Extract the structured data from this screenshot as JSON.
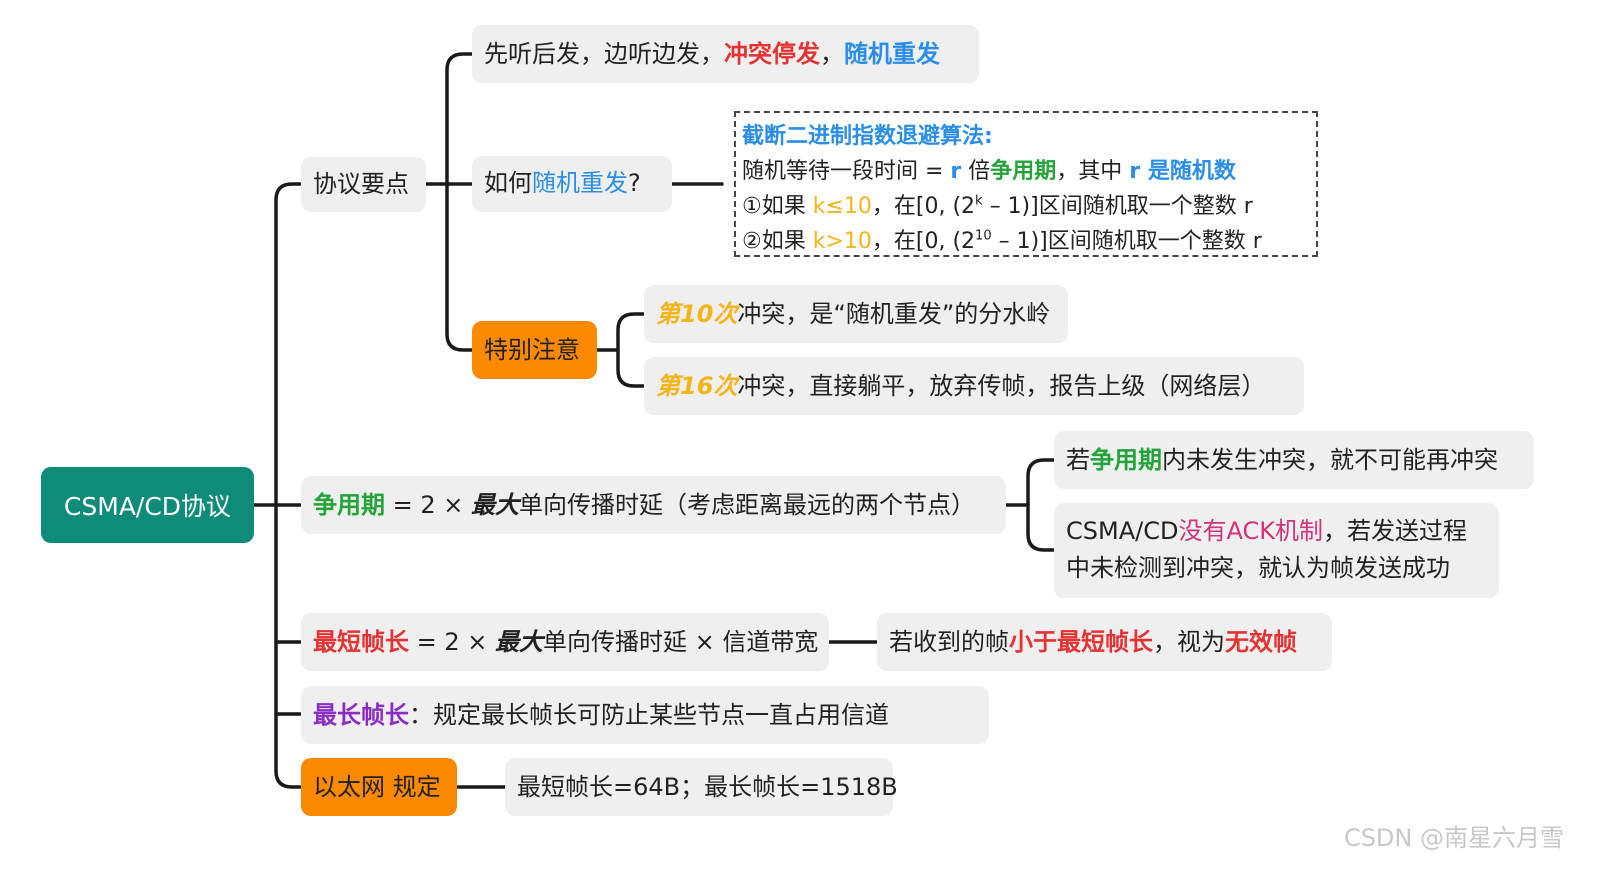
{
  "root": "CSMA/CD协议",
  "protocol_points": {
    "label": "协议要点",
    "listen": {
      "prefix": "先听后发，边听边发，",
      "collision_stop": "冲突停发",
      "sep": "，",
      "random_resend": "随机重发"
    },
    "how": {
      "prefix": "如何",
      "highlight": "随机重发",
      "suffix": "?"
    },
    "backoff": {
      "title": "截断二进制指数退避算法:",
      "l1_a": "随机等待一段时间 = ",
      "l1_r": "r",
      "l1_b": " 倍",
      "l1_period": "争用期",
      "l1_c": "，其中 ",
      "l1_r2": "r",
      "l1_d": " 是随机数",
      "l2_a": "①如果 ",
      "l2_cond": "k≤10",
      "l2_b": "，在[0, (2",
      "l2_sup": "k",
      "l2_c": " – 1)]区间随机取一个整数 r",
      "l3_a": "②如果 ",
      "l3_cond": "k>10",
      "l3_b": "，在[0, (2",
      "l3_sup": "10",
      "l3_c": " – 1)]区间随机取一个整数 r"
    },
    "special": {
      "label": "特别注意",
      "n10_ord": "第10次",
      "n10_text": "冲突，是“随机重发”的分水岭",
      "n16_ord": "第16次",
      "n16_text": "冲突，直接躺平，放弃传帧，报告上级（网络层）"
    }
  },
  "contention": {
    "term": "争用期",
    "a": " = 2 × ",
    "max": "最大",
    "b": "单向传播时延（考虑距离最远的两个节点）",
    "note1_a": "若",
    "note1_term": "争用期",
    "note1_b": "内未发生冲突，就不可能再冲突",
    "note2_a": "CSMA/CD",
    "note2_pink": "没有ACK机制",
    "note2_b": "，若发送过程",
    "note2_c": "中未检测到冲突，就认为帧发送成功"
  },
  "min_frame": {
    "term": "最短帧长",
    "a": " = 2 × ",
    "max": "最大",
    "b": "单向传播时延 × 信道带宽",
    "note_a": "若收到的帧",
    "note_small": "小于最短帧长",
    "note_b": "，视为",
    "note_invalid": "无效帧"
  },
  "max_frame": {
    "term": "最长帧长",
    "text": "：规定最长帧长可防止某些节点一直占用信道"
  },
  "ethernet": {
    "label": "以太网 规定",
    "values": "最短帧长=64B；最长帧长=1518B"
  },
  "watermark": "CSDN @南星六月雪",
  "colors": {
    "root": "#0f8b7a",
    "orange": "#fb8a00",
    "red": "#e53232",
    "blue": "#2b8ee6",
    "green": "#24a438",
    "yellow": "#f3b51a",
    "purple": "#8b2cc4",
    "pink": "#d2327a"
  }
}
